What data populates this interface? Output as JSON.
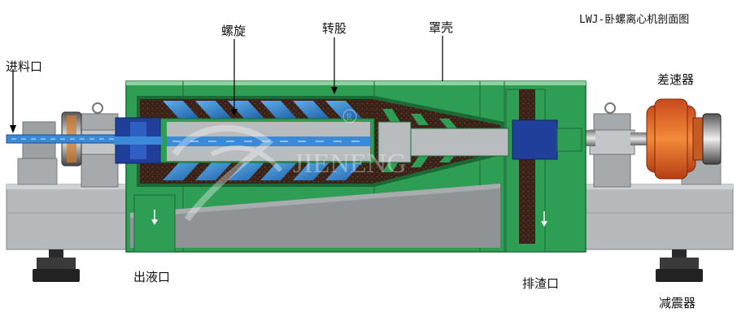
{
  "diagram": {
    "title": "LWJ-卧螺离心机剖面图",
    "watermark": "JIENENG",
    "labels": {
      "screw": "螺旋",
      "bowl": "转股",
      "casing": "罩壳",
      "feed_inlet": "进料口",
      "differential": "差速器",
      "liquid_outlet": "出液口",
      "solids_outlet": "排渣口",
      "damper": "减震器"
    },
    "colors": {
      "casing_green": "#2f9e55",
      "base_gray": "#b9bcbe",
      "sludge_brown": "#3b2218",
      "screw_blue": "#2f7fc4",
      "hub_blue": "#1f3f9a",
      "gearbox_orange": "#e2642a",
      "feed_pipe_blue": "#3a8ad8"
    }
  }
}
